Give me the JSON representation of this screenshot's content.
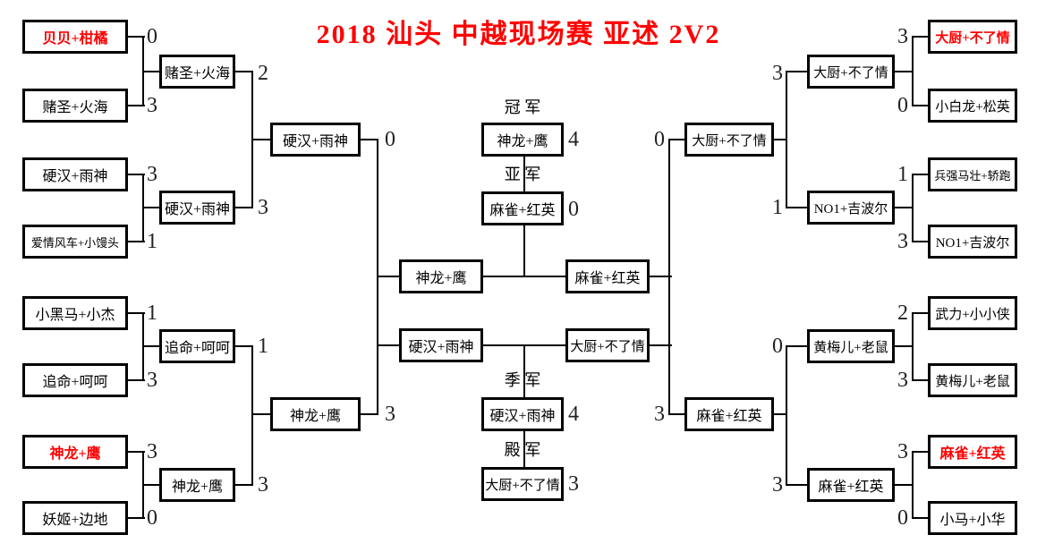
{
  "title": "2018 汕头 中越现场赛 亚述 2V2",
  "colors": {
    "accent_red": "#ff0000",
    "line_black": "#000000",
    "background": "#ffffff"
  },
  "ranks": {
    "champion": "冠 军",
    "runner_up": "亚 军",
    "third": "季 军",
    "fourth": "殿 军"
  },
  "left": {
    "round1": [
      {
        "team": "贝贝+柑橘",
        "score": "0",
        "highlight": true
      },
      {
        "team": "赌圣+火海",
        "score": "3",
        "highlight": false
      },
      {
        "team": "硬汉+雨神",
        "score": "3",
        "highlight": false
      },
      {
        "team": "爱情风车+小馒头",
        "score": "1",
        "highlight": false
      },
      {
        "team": "小黑马+小杰",
        "score": "1",
        "highlight": false
      },
      {
        "team": "追命+呵呵",
        "score": "3",
        "highlight": false
      },
      {
        "team": "神龙+鹰",
        "score": "3",
        "highlight": true
      },
      {
        "team": "妖姬+边地",
        "score": "0",
        "highlight": false
      }
    ],
    "round2": [
      {
        "team": "赌圣+火海",
        "score": "2"
      },
      {
        "team": "硬汉+雨神",
        "score": "3"
      },
      {
        "team": "追命+呵呵",
        "score": "1"
      },
      {
        "team": "神龙+鹰",
        "score": "3"
      }
    ],
    "semifinal": [
      {
        "team": "硬汉+雨神",
        "score": "0"
      },
      {
        "team": "神龙+鹰",
        "score": "3"
      }
    ]
  },
  "right": {
    "round1": [
      {
        "team": "大厨+不了情",
        "score": "3",
        "highlight": true
      },
      {
        "team": "小白龙+松英",
        "score": "0",
        "highlight": false
      },
      {
        "team": "兵强马壮+轿跑",
        "score": "1",
        "highlight": false
      },
      {
        "team": "NO1+吉波尔",
        "score": "3",
        "highlight": false
      },
      {
        "team": "武力+小小侠",
        "score": "2",
        "highlight": false
      },
      {
        "team": "黄梅儿+老鼠",
        "score": "3",
        "highlight": false
      },
      {
        "team": "麻雀+红英",
        "score": "3",
        "highlight": true
      },
      {
        "team": "小马+小华",
        "score": "0",
        "highlight": false
      }
    ],
    "round2": [
      {
        "team": "大厨+不了情",
        "score": "3"
      },
      {
        "team": "NO1+吉波尔",
        "score": "1"
      },
      {
        "team": "黄梅儿+老鼠",
        "score": "0"
      },
      {
        "team": "麻雀+红英",
        "score": "3"
      }
    ],
    "semifinal": [
      {
        "team": "大厨+不了情",
        "score": "0"
      },
      {
        "team": "麻雀+红英",
        "score": "3"
      }
    ]
  },
  "center": {
    "final_left": {
      "team": "神龙+鹰"
    },
    "final_right": {
      "team": "麻雀+红英"
    },
    "third_left": {
      "team": "硬汉+雨神"
    },
    "third_right": {
      "team": "大厨+不了情"
    },
    "champion": {
      "team": "神龙+鹰",
      "score": "4"
    },
    "runner_up": {
      "team": "麻雀+红英",
      "score": "0"
    },
    "third": {
      "team": "硬汉+雨神",
      "score": "4"
    },
    "fourth": {
      "team": "大厨+不了情",
      "score": "3"
    }
  }
}
